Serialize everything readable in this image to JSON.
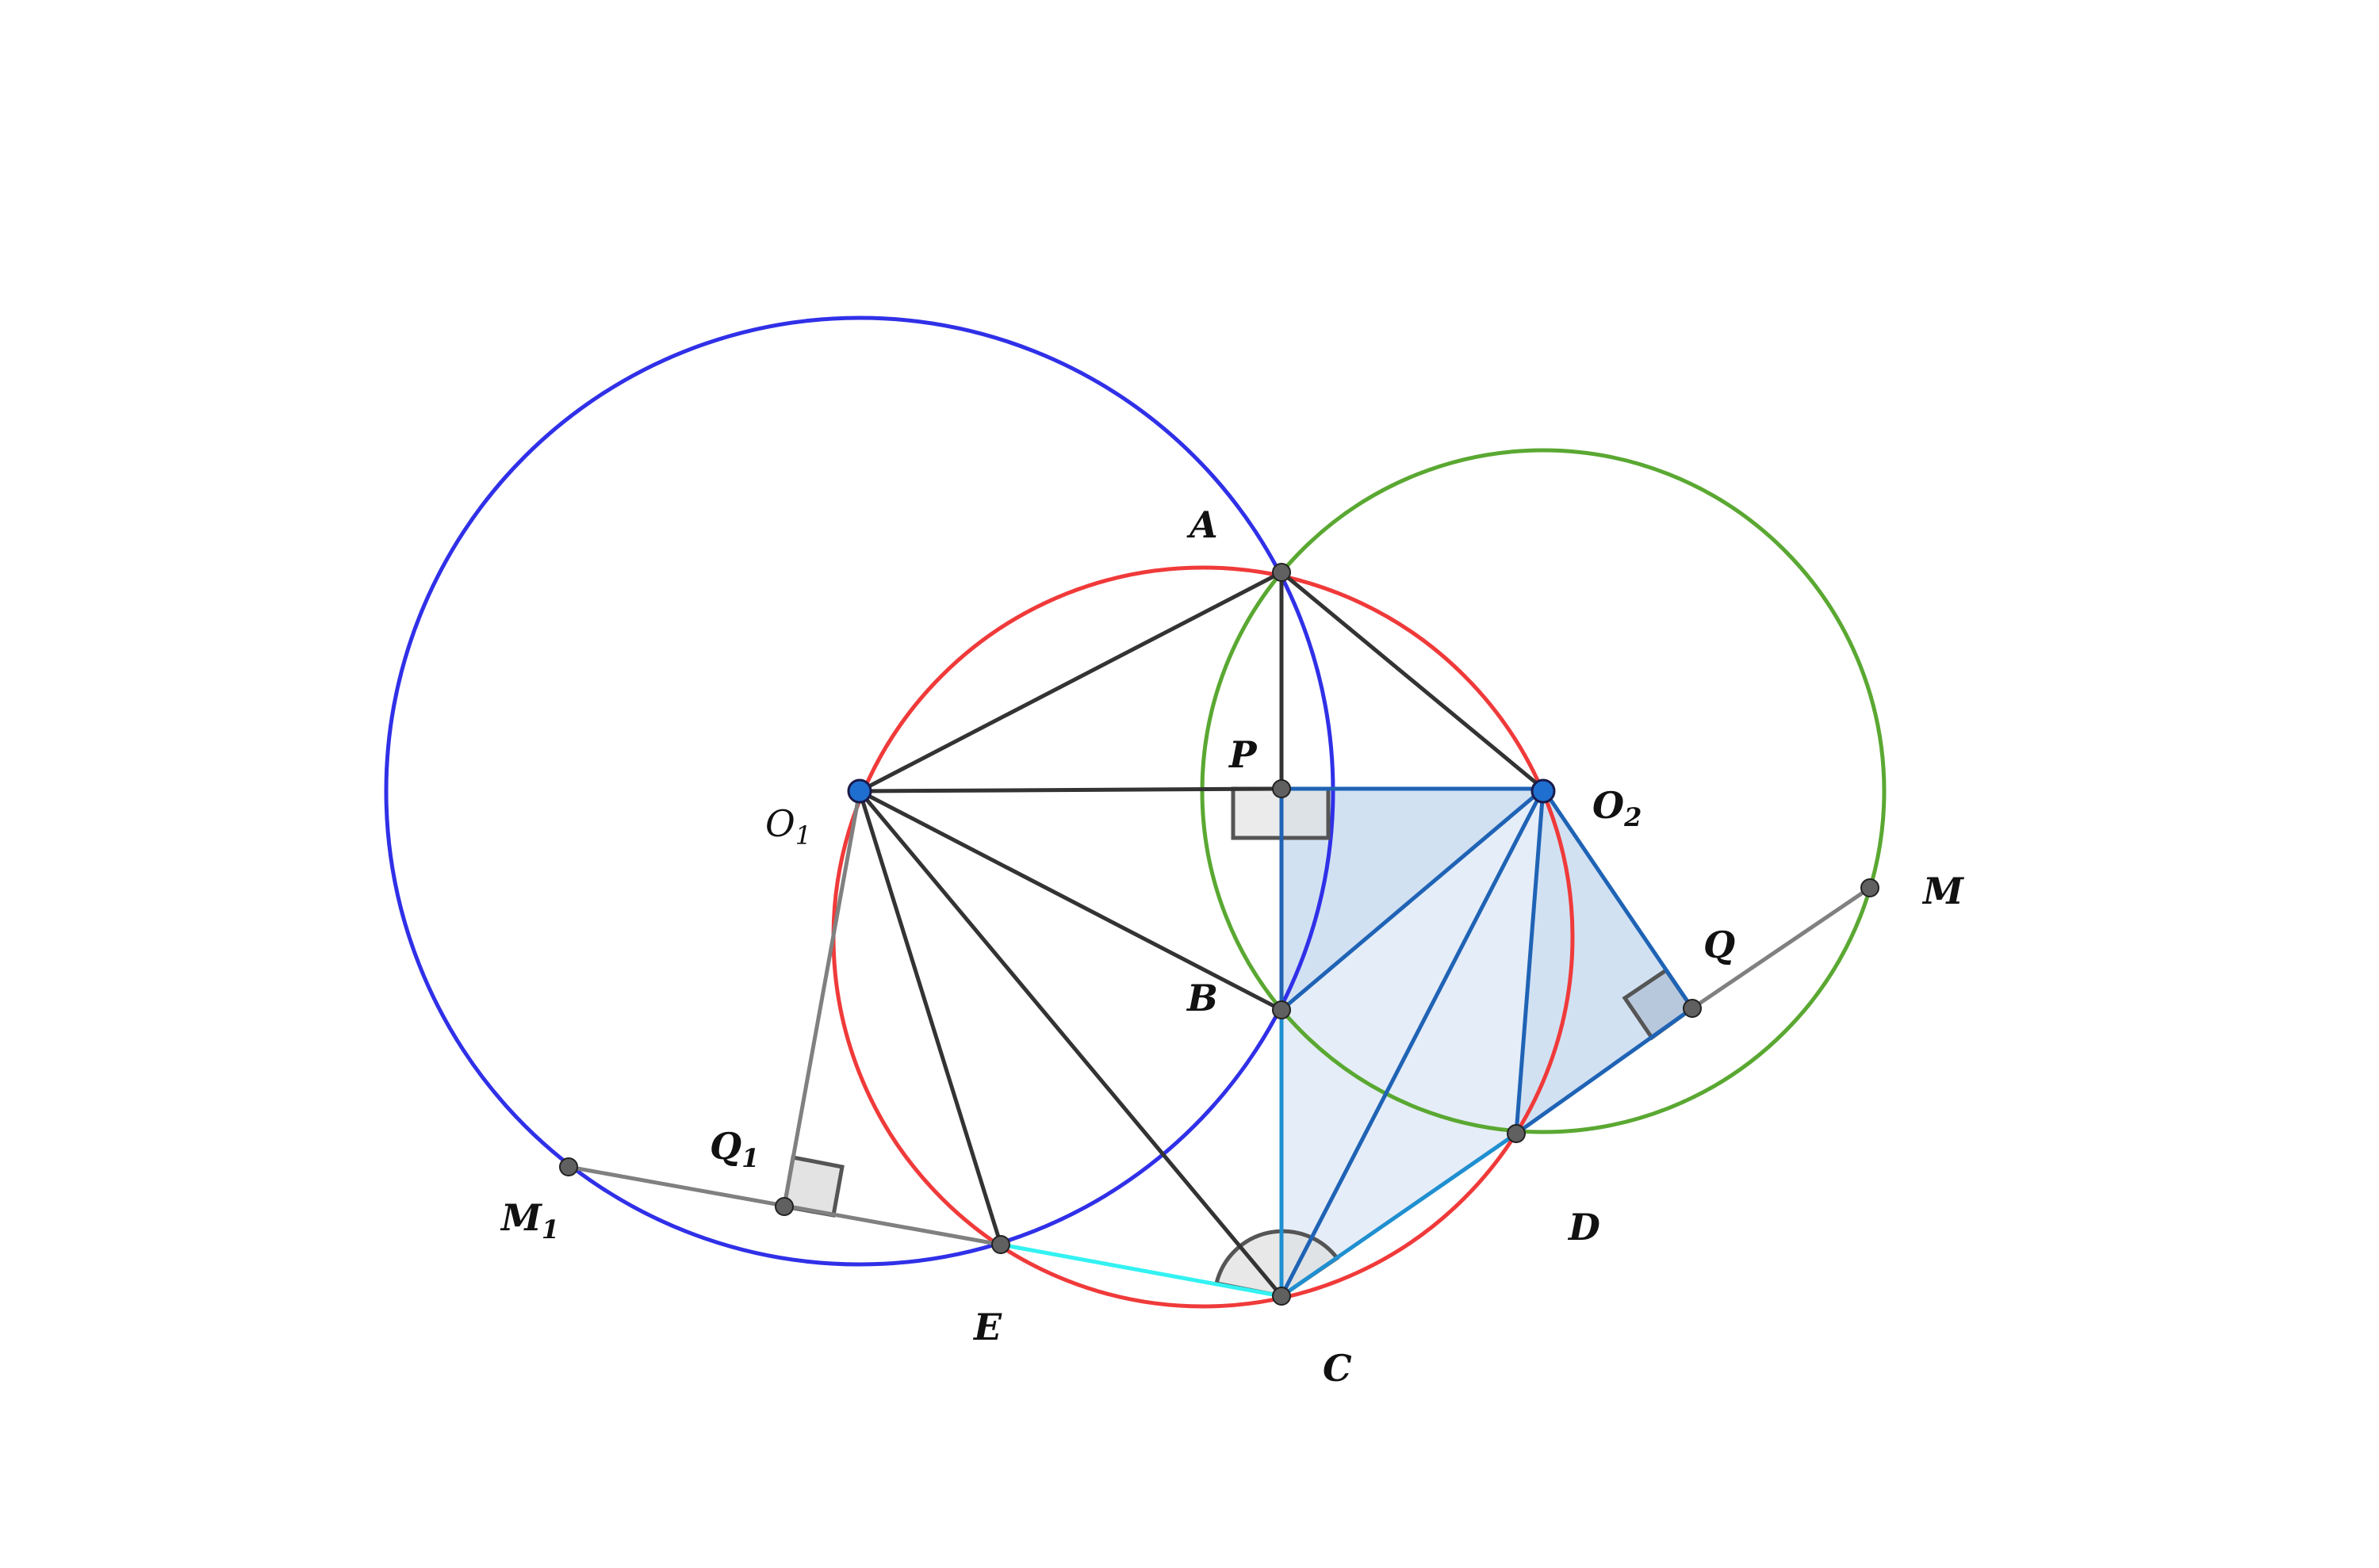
{
  "diagram": {
    "colors": {
      "circle_O1": "#3030e8",
      "circle_O2": "#5aa832",
      "circumcircle": "#f03a3a",
      "segments_dark": "#333333",
      "segments_gray": "#808080",
      "segments_blue": "#1f63b5",
      "segments_lightblue": "#1f8fd0",
      "segment_cyan": "#33f2f2",
      "fill_dark_blue": "#c6d9ef",
      "fill_light_blue": "#dfe9f6",
      "right_angle_fill": "#e3e3e3",
      "point_gray": "#606060",
      "point_blue": "#1f6fd0"
    },
    "labels": {
      "A": "A",
      "B": "B",
      "C": "C",
      "D": "D",
      "E": "E",
      "P": "P",
      "Q": "Q",
      "M": "M",
      "O1_base": "O",
      "O1_sub": "1",
      "O2_base": "O",
      "O2_sub": "2",
      "Q1_base": "Q",
      "Q1_sub": "1",
      "M1_base": "M",
      "M1_sub": "1"
    }
  }
}
